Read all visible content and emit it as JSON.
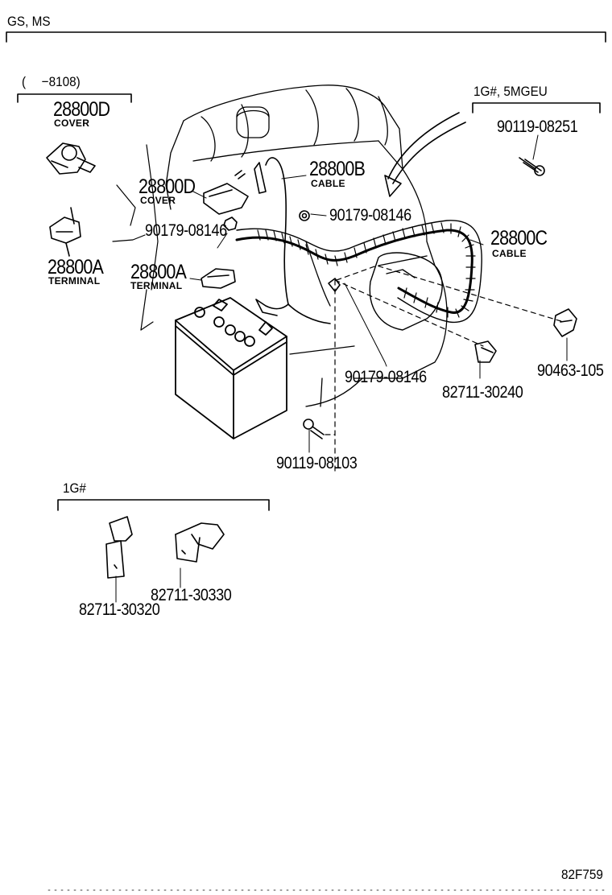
{
  "header": {
    "model_code": "GS, MS"
  },
  "groups": {
    "top_left_condition": "(　  −8108)",
    "top_right_condition": "1G#, 5MGEU",
    "bottom_left_condition": "1G#"
  },
  "parts": {
    "p28800D_top": {
      "number": "28800D",
      "name": "COVER"
    },
    "p28800A_left": {
      "number": "28800A",
      "name": "TERMINAL"
    },
    "p28800D_mid": {
      "number": "28800D",
      "name": "COVER"
    },
    "p90179_08146_mid": {
      "number": "90179-08146"
    },
    "p28800A_mid": {
      "number": "28800A",
      "name": "TERMINAL"
    },
    "p28800B": {
      "number": "28800B",
      "name": "CABLE"
    },
    "p90179_08146_right": {
      "number": "90179-08146"
    },
    "p28800C": {
      "number": "28800C",
      "name": "CABLE"
    },
    "p90119_08251": {
      "number": "90119-08251"
    },
    "p90463_105": {
      "number": "90463-105"
    },
    "p90179_08146_low": {
      "number": "90179-08146"
    },
    "p82711_30240": {
      "number": "82711-30240"
    },
    "p90119_08103": {
      "number": "90119-08103"
    },
    "p82711_30330": {
      "number": "82711-30330"
    },
    "p82711_30320": {
      "number": "82711-30320"
    }
  },
  "footer": {
    "diagram_code": "82F759"
  }
}
